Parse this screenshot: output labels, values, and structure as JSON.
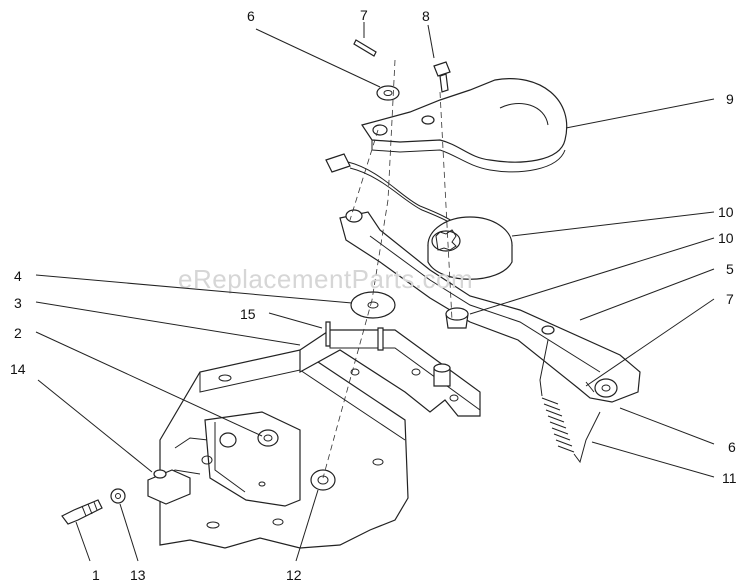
{
  "watermark": "eReplacementParts.com",
  "callouts": [
    {
      "id": "c6-top",
      "label": "6"
    },
    {
      "id": "c7-top",
      "label": "7"
    },
    {
      "id": "c8",
      "label": "8"
    },
    {
      "id": "c9",
      "label": "9"
    },
    {
      "id": "c10-a",
      "label": "10"
    },
    {
      "id": "c10-b",
      "label": "10"
    },
    {
      "id": "c5",
      "label": "5"
    },
    {
      "id": "c7-right",
      "label": "7"
    },
    {
      "id": "c6-right",
      "label": "6"
    },
    {
      "id": "c11",
      "label": "11"
    },
    {
      "id": "c4",
      "label": "4"
    },
    {
      "id": "c3",
      "label": "3"
    },
    {
      "id": "c15",
      "label": "15"
    },
    {
      "id": "c2",
      "label": "2"
    },
    {
      "id": "c14",
      "label": "14"
    },
    {
      "id": "c1",
      "label": "1"
    },
    {
      "id": "c13",
      "label": "13"
    },
    {
      "id": "c12",
      "label": "12"
    }
  ]
}
